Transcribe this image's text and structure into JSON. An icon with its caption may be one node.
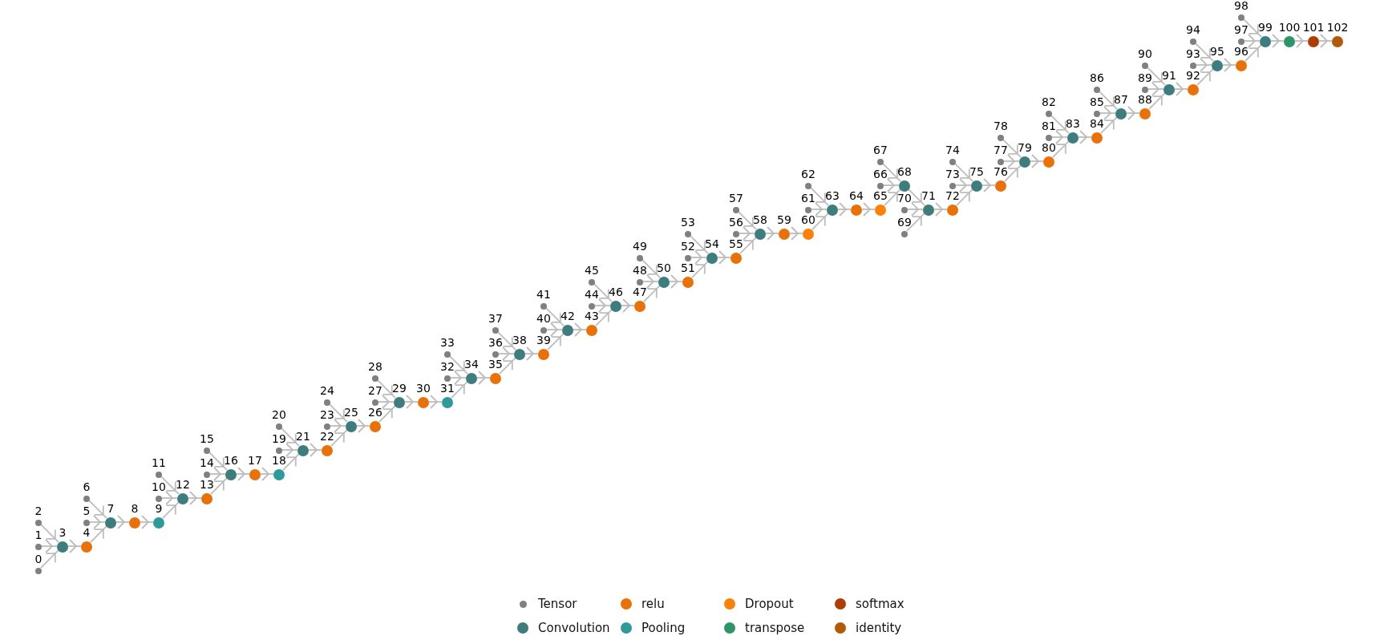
{
  "diagram": {
    "nodes": [
      {
        "text": [
          "0"
        ]
      },
      {
        "text": [
          "1"
        ]
      },
      {
        "text": [
          "2"
        ]
      },
      {
        "text": [
          "3"
        ]
      },
      {
        "text": [
          "4"
        ]
      },
      {
        "text": [
          "5"
        ]
      },
      {
        "text": [
          "6"
        ]
      },
      {
        "text": [
          "7"
        ]
      },
      {
        "text": [
          "8"
        ]
      },
      {
        "text": [
          "9"
        ]
      },
      {
        "text": [
          "10"
        ]
      },
      {
        "text": [
          "11"
        ]
      },
      {
        "text": [
          "12"
        ]
      },
      {
        "text": [
          "13"
        ]
      },
      {
        "text": [
          "14"
        ]
      },
      {
        "text": [
          "15"
        ]
      },
      {
        "text": [
          "16"
        ]
      },
      {
        "text": [
          "17"
        ]
      },
      {
        "text": [
          "18"
        ]
      },
      {
        "text": [
          "19"
        ]
      },
      {
        "text": [
          "20"
        ]
      },
      {
        "text": [
          "21"
        ]
      },
      {
        "text": [
          "22"
        ]
      },
      {
        "text": [
          "23"
        ]
      },
      {
        "text": [
          "24"
        ]
      },
      {
        "text": [
          "25"
        ]
      },
      {
        "text": [
          "26"
        ]
      },
      {
        "text": [
          "27"
        ]
      },
      {
        "text": [
          "28"
        ]
      },
      {
        "text": [
          "29"
        ]
      },
      {
        "text": [
          "30"
        ]
      },
      {
        "text": [
          "31"
        ]
      },
      {
        "text": [
          "32"
        ]
      },
      {
        "text": [
          "33"
        ]
      },
      {
        "text": [
          "34"
        ]
      },
      {
        "text": [
          "35"
        ]
      },
      {
        "text": [
          "36"
        ]
      },
      {
        "text": [
          "37"
        ]
      },
      {
        "text": [
          "38"
        ]
      },
      {
        "text": [
          "39"
        ]
      },
      {
        "text": [
          "40"
        ]
      },
      {
        "text": [
          "41"
        ]
      },
      {
        "text": [
          "42"
        ]
      },
      {
        "text": [
          "43"
        ]
      },
      {
        "text": [
          "44"
        ]
      },
      {
        "text": [
          "45"
        ]
      },
      {
        "text": [
          "46"
        ]
      },
      {
        "text": [
          "47"
        ]
      },
      {
        "text": [
          "48"
        ]
      },
      {
        "text": [
          "49"
        ]
      },
      {
        "text": [
          "50"
        ]
      },
      {
        "text": [
          "51"
        ]
      },
      {
        "text": [
          "52"
        ]
      },
      {
        "text": [
          "53"
        ]
      },
      {
        "text": [
          "54"
        ]
      },
      {
        "text": [
          "55"
        ]
      },
      {
        "text": [
          "56"
        ]
      },
      {
        "text": [
          "57"
        ]
      },
      {
        "text": [
          "58"
        ]
      },
      {
        "text": [
          "59"
        ]
      },
      {
        "text": [
          "60"
        ]
      },
      {
        "text": [
          "61"
        ]
      },
      {
        "text": [
          "62"
        ]
      },
      {
        "text": [
          "63"
        ]
      },
      {
        "text": [
          "64"
        ]
      },
      {
        "text": [
          "65"
        ]
      },
      {
        "text": [
          "66"
        ]
      },
      {
        "text": [
          "67"
        ]
      },
      {
        "text": [
          "68"
        ]
      },
      {
        "text": [
          "69"
        ]
      },
      {
        "text": [
          "70"
        ]
      },
      {
        "text": [
          "71"
        ]
      },
      {
        "text": [
          "72"
        ]
      },
      {
        "text": [
          "73"
        ]
      },
      {
        "text": [
          "74"
        ]
      },
      {
        "text": [
          "75"
        ]
      },
      {
        "text": [
          "76"
        ]
      },
      {
        "text": [
          "77"
        ]
      },
      {
        "text": [
          "78"
        ]
      },
      {
        "text": [
          "79"
        ]
      },
      {
        "text": [
          "80"
        ]
      },
      {
        "text": [
          "81"
        ]
      },
      {
        "text": [
          "82"
        ]
      },
      {
        "text": [
          "83"
        ]
      },
      {
        "text": [
          "84"
        ]
      },
      {
        "text": [
          "85"
        ]
      },
      {
        "text": [
          "86"
        ]
      },
      {
        "text": [
          "87"
        ]
      },
      {
        "text": [
          "88"
        ]
      },
      {
        "text": [
          "89"
        ]
      },
      {
        "text": [
          "90"
        ]
      },
      {
        "text": [
          "91"
        ]
      },
      {
        "text": [
          "92"
        ]
      },
      {
        "text": [
          "93"
        ]
      },
      {
        "text": [
          "94"
        ]
      },
      {
        "text": [
          "95"
        ]
      },
      {
        "text": [
          "96"
        ]
      },
      {
        "text": [
          "97"
        ]
      },
      {
        "text": [
          "98"
        ]
      },
      {
        "text": [
          "99"
        ]
      },
      {
        "text": [
          "100"
        ]
      },
      {
        "text": [
          "101"
        ]
      },
      {
        "text": [
          "102"
        ]
      }
    ],
    "edges": [
      {
        "from": 0,
        "to": 3,
        "arrow": "to"
      },
      {
        "from": 1,
        "to": 3,
        "arrow": "to"
      },
      {
        "from": 2,
        "to": 3,
        "arrow": "to"
      },
      {
        "from": 3,
        "to": 4,
        "arrow": "to"
      },
      {
        "from": 4,
        "to": 7,
        "arrow": "to"
      },
      {
        "from": 5,
        "to": 7,
        "arrow": "to"
      },
      {
        "from": 6,
        "to": 7,
        "arrow": "to"
      },
      {
        "from": 7,
        "to": 8,
        "arrow": "to"
      },
      {
        "from": 8,
        "to": 9,
        "arrow": "to"
      },
      {
        "from": 9,
        "to": 12,
        "arrow": "to"
      },
      {
        "from": 10,
        "to": 12,
        "arrow": "to"
      },
      {
        "from": 11,
        "to": 12,
        "arrow": "to"
      },
      {
        "from": 12,
        "to": 13,
        "arrow": "to"
      },
      {
        "from": 13,
        "to": 16,
        "arrow": "to"
      },
      {
        "from": 14,
        "to": 16,
        "arrow": "to"
      },
      {
        "from": 15,
        "to": 16,
        "arrow": "to"
      },
      {
        "from": 16,
        "to": 17,
        "arrow": "to"
      },
      {
        "from": 17,
        "to": 18,
        "arrow": "to"
      },
      {
        "from": 18,
        "to": 21,
        "arrow": "to"
      },
      {
        "from": 19,
        "to": 21,
        "arrow": "to"
      },
      {
        "from": 20,
        "to": 21,
        "arrow": "to"
      },
      {
        "from": 21,
        "to": 22,
        "arrow": "to"
      },
      {
        "from": 22,
        "to": 25,
        "arrow": "to"
      },
      {
        "from": 23,
        "to": 25,
        "arrow": "to"
      },
      {
        "from": 24,
        "to": 25,
        "arrow": "to"
      },
      {
        "from": 25,
        "to": 26,
        "arrow": "to"
      },
      {
        "from": 26,
        "to": 29,
        "arrow": "to"
      },
      {
        "from": 27,
        "to": 29,
        "arrow": "to"
      },
      {
        "from": 28,
        "to": 29,
        "arrow": "to"
      },
      {
        "from": 29,
        "to": 30,
        "arrow": "to"
      },
      {
        "from": 30,
        "to": 31,
        "arrow": "to"
      },
      {
        "from": 31,
        "to": 34,
        "arrow": "to"
      },
      {
        "from": 32,
        "to": 34,
        "arrow": "to"
      },
      {
        "from": 33,
        "to": 34,
        "arrow": "to"
      },
      {
        "from": 34,
        "to": 35,
        "arrow": "to"
      },
      {
        "from": 35,
        "to": 38,
        "arrow": "to"
      },
      {
        "from": 36,
        "to": 38,
        "arrow": "to"
      },
      {
        "from": 37,
        "to": 38,
        "arrow": "to"
      },
      {
        "from": 38,
        "to": 39,
        "arrow": "to"
      },
      {
        "from": 39,
        "to": 42,
        "arrow": "to"
      },
      {
        "from": 40,
        "to": 42,
        "arrow": "to"
      },
      {
        "from": 41,
        "to": 42,
        "arrow": "to"
      },
      {
        "from": 42,
        "to": 43,
        "arrow": "to"
      },
      {
        "from": 43,
        "to": 46,
        "arrow": "to"
      },
      {
        "from": 44,
        "to": 46,
        "arrow": "to"
      },
      {
        "from": 45,
        "to": 46,
        "arrow": "to"
      },
      {
        "from": 46,
        "to": 47,
        "arrow": "to"
      },
      {
        "from": 47,
        "to": 50,
        "arrow": "to"
      },
      {
        "from": 48,
        "to": 50,
        "arrow": "to"
      },
      {
        "from": 49,
        "to": 50,
        "arrow": "to"
      },
      {
        "from": 50,
        "to": 51,
        "arrow": "to"
      },
      {
        "from": 51,
        "to": 54,
        "arrow": "to"
      },
      {
        "from": 52,
        "to": 54,
        "arrow": "to"
      },
      {
        "from": 53,
        "to": 54,
        "arrow": "to"
      },
      {
        "from": 54,
        "to": 55,
        "arrow": "to"
      },
      {
        "from": 55,
        "to": 58,
        "arrow": "to"
      },
      {
        "from": 56,
        "to": 58,
        "arrow": "to"
      },
      {
        "from": 57,
        "to": 58,
        "arrow": "to"
      },
      {
        "from": 58,
        "to": 59,
        "arrow": "to"
      },
      {
        "from": 59,
        "to": 60,
        "arrow": "to"
      },
      {
        "from": 60,
        "to": 63,
        "arrow": "to"
      },
      {
        "from": 61,
        "to": 63,
        "arrow": "to"
      },
      {
        "from": 62,
        "to": 63,
        "arrow": "to"
      },
      {
        "from": 63,
        "to": 64,
        "arrow": "to"
      },
      {
        "from": 64,
        "to": 65,
        "arrow": "to"
      },
      {
        "from": 65,
        "to": 68,
        "arrow": "to"
      },
      {
        "from": 66,
        "to": 68,
        "arrow": "to"
      },
      {
        "from": 67,
        "to": 68,
        "arrow": "to"
      },
      {
        "from": 68,
        "to": 71,
        "arrow": "to"
      },
      {
        "from": 69,
        "to": 71,
        "arrow": "to"
      },
      {
        "from": 70,
        "to": 71,
        "arrow": "to"
      },
      {
        "from": 71,
        "to": 72,
        "arrow": "to"
      },
      {
        "from": 72,
        "to": 75,
        "arrow": "to"
      },
      {
        "from": 73,
        "to": 75,
        "arrow": "to"
      },
      {
        "from": 74,
        "to": 75,
        "arrow": "to"
      },
      {
        "from": 75,
        "to": 76,
        "arrow": "to"
      },
      {
        "from": 76,
        "to": 79,
        "arrow": "to"
      },
      {
        "from": 77,
        "to": 79,
        "arrow": "to"
      },
      {
        "from": 78,
        "to": 79,
        "arrow": "to"
      },
      {
        "from": 79,
        "to": 80,
        "arrow": "to"
      },
      {
        "from": 80,
        "to": 83,
        "arrow": "to"
      },
      {
        "from": 81,
        "to": 83,
        "arrow": "to"
      },
      {
        "from": 82,
        "to": 83,
        "arrow": "to"
      },
      {
        "from": 83,
        "to": 84,
        "arrow": "to"
      },
      {
        "from": 84,
        "to": 87,
        "arrow": "to"
      },
      {
        "from": 85,
        "to": 87,
        "arrow": "to"
      },
      {
        "from": 86,
        "to": 87,
        "arrow": "to"
      },
      {
        "from": 87,
        "to": 88,
        "arrow": "to"
      },
      {
        "from": 88,
        "to": 91,
        "arrow": "to"
      },
      {
        "from": 89,
        "to": 91,
        "arrow": "to"
      },
      {
        "from": 90,
        "to": 91,
        "arrow": "to"
      },
      {
        "from": 91,
        "to": 92,
        "arrow": "to"
      },
      {
        "from": 92,
        "to": 95,
        "arrow": "to"
      },
      {
        "from": 93,
        "to": 95,
        "arrow": "to"
      },
      {
        "from": 94,
        "to": 95,
        "arrow": "to"
      },
      {
        "from": 95,
        "to": 96,
        "arrow": "to"
      },
      {
        "from": 96,
        "to": 99,
        "arrow": "to"
      },
      {
        "from": 97,
        "to": 99,
        "arrow": "to"
      },
      {
        "from": 98,
        "to": 99,
        "arrow": "to"
      },
      {
        "from": 99,
        "to": 100,
        "arrow": "to"
      },
      {
        "from": 100,
        "to": 101,
        "arrow": "to"
      },
      {
        "from": 101,
        "to": 102,
        "arrow": "to"
      }
    ],
    "legend": [
      {
        "text": "Tensor",
        "color": "#808080"
      },
      {
        "text": "relu",
        "color": "#e8710a"
      },
      {
        "text": "Dropout",
        "color": "#fb8108"
      },
      {
        "text": "softmax",
        "color": "#ac3e05"
      },
      {
        "text": "Convolution",
        "color": "#3d7d7d"
      },
      {
        "text": "Pooling",
        "color": "#2e9b9a"
      },
      {
        "text": "transpose",
        "color": "#2f946a"
      },
      {
        "text": "identity",
        "color": "#b35a08"
      }
    ]
  }
}
